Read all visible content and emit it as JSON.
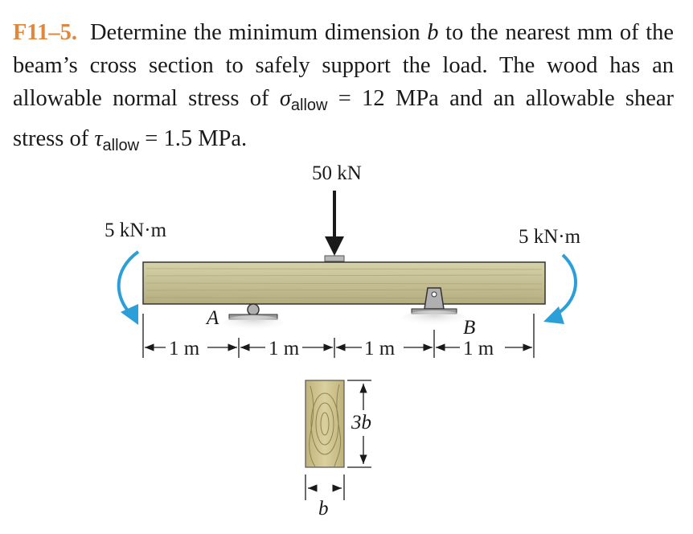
{
  "problem": {
    "id": "F11–5.",
    "line1": "Determine the minimum dimension",
    "var_b": "b",
    "line1_end": "to the nearest",
    "line2": "mm of the beam’s cross section to safely support the load.",
    "line3": "The wood has an allowable normal stress of",
    "sigma": "σ",
    "sub_allow": "allow",
    "eq": "=",
    "sigma_value": "12 MPa",
    "line4": "and an allowable shear stress of",
    "tau": "τ",
    "tau_value": "1.5 MPa."
  },
  "diagram": {
    "load_label": "50 kN",
    "moment_left": "5 kN·m",
    "moment_right": "5 kN·m",
    "support_a": "A",
    "support_b": "B",
    "spans": [
      "1 m",
      "1 m",
      "1 m",
      "1 m"
    ],
    "height_label": "3b",
    "width_label": "b"
  },
  "colors": {
    "problem_id": "#e0873d",
    "moment_arrow": "#2a9fd8",
    "beam_wood": "#c9c49a",
    "support_gray": "#b8b8b8"
  }
}
